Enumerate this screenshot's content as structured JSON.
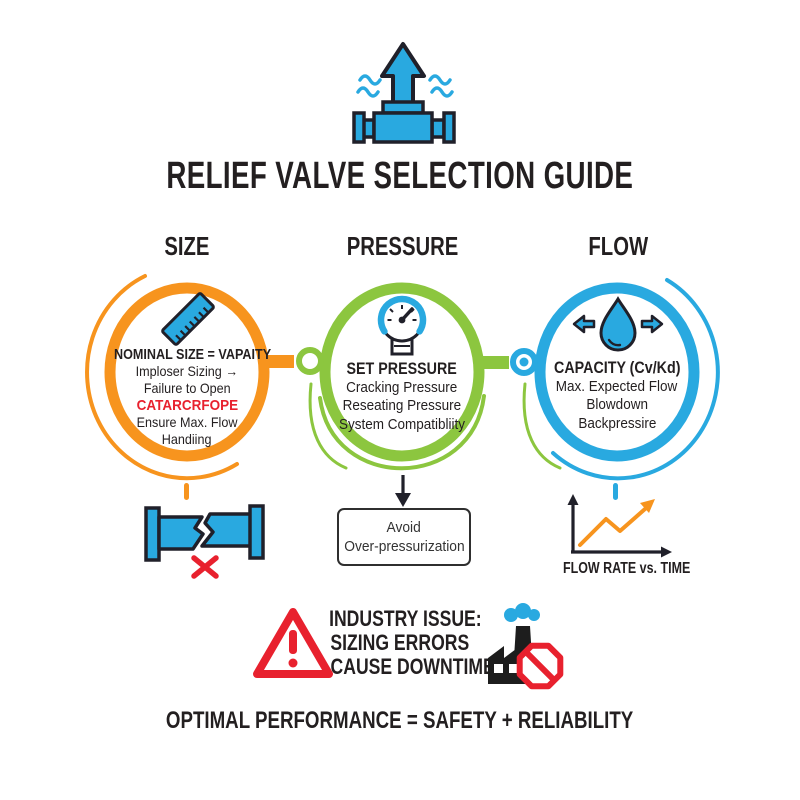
{
  "header": {
    "title": "RELIEF VALVE SELECTION GUIDE"
  },
  "steps": {
    "size": {
      "label": "SIZE",
      "heading": "NOMINAL SIZE = VAPAITY",
      "line1": "Imploser Sizing →",
      "line2": "Failure to Open",
      "warning": "CATARCRFOPE",
      "line3": "Ensure Max. Flow",
      "line4": "Handiing",
      "accent_color": "#F7941E"
    },
    "pressure": {
      "label": "PRESSURE",
      "heading": "SET PRESSURE",
      "line1": "Cracking Pressure",
      "line2": "Reseating Pressure",
      "line3": "System Compatibliity",
      "accent_color": "#8CC63F"
    },
    "flow": {
      "label": "FLOW",
      "heading": "CAPACITY (Cv/Kd)",
      "line1": "Max. Expected Flow",
      "line2": "Blowdown",
      "line3": "Backpressire",
      "accent_color": "#29A9E0"
    }
  },
  "callouts": {
    "pressure_note": {
      "line1": "Avoid",
      "line2": "Over-pressurization"
    },
    "flow_chart_label": "FLOW RATE vs. TIME"
  },
  "issue": {
    "line1": "INDUSTRY ISSUE:",
    "line2": "SIZING ERRORS",
    "line3": "CAUSE DOWNTIME"
  },
  "footer": {
    "tagline": "OPTIMAL PERFORMANCE = SAFETY + RELIABILITY"
  },
  "icons": {
    "top": "relief-valve-icon",
    "size": "ruler-icon",
    "pressure": "gauge-icon",
    "flow": "water-drop-flow-icon",
    "size_callout": "broken-pipe-icon",
    "pressure_callout": "down-arrow-icon",
    "flow_callout": "trend-line-chart-icon",
    "issue_left": "warning-triangle-icon",
    "issue_right": "factory-shutdown-icon"
  },
  "colors": {
    "orange": "#F7941E",
    "green": "#8CC63F",
    "blue": "#29A9E0",
    "red": "#E8212E",
    "ink": "#231F20"
  }
}
